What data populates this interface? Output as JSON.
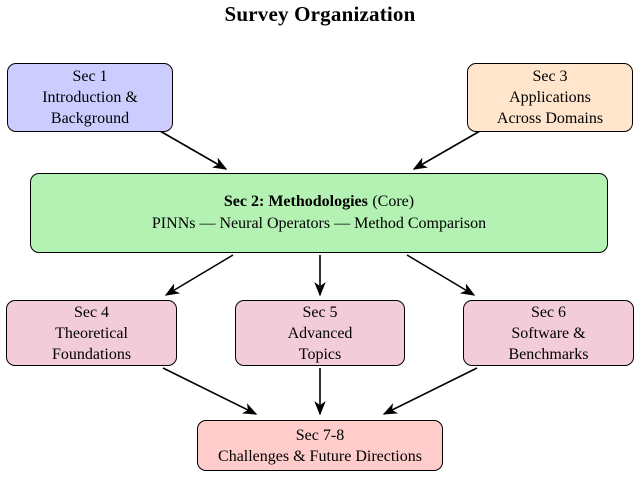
{
  "title": "Survey Organization",
  "colors": {
    "sec1_fill": "#ccccff",
    "sec2_fill": "#b3f2b3",
    "sec3_fill": "#ffe5cc",
    "row3_fill": "#f2ccd9",
    "sec78_fill": "#ffcccc",
    "border": "#000000",
    "arrow": "#000000",
    "background": "#ffffff"
  },
  "nodes": {
    "sec1": {
      "fill": "#ccccff",
      "lines": [
        "Sec 1",
        "Introduction &",
        "Background"
      ]
    },
    "sec3": {
      "fill": "#ffe5cc",
      "lines": [
        "Sec 3",
        "Applications",
        "Across Domains"
      ]
    },
    "sec2": {
      "fill": "#b3f2b3",
      "title_bold": "Sec 2: Methodologies",
      "title_normal": "(Core)",
      "subtitle": "PINNs — Neural Operators — Method Comparison"
    },
    "sec4": {
      "fill": "#f2ccd9",
      "lines": [
        "Sec 4",
        "Theoretical",
        "Foundations"
      ]
    },
    "sec5": {
      "fill": "#f2ccd9",
      "lines": [
        "Sec 5",
        "Advanced",
        "Topics"
      ]
    },
    "sec6": {
      "fill": "#f2ccd9",
      "lines": [
        "Sec 6",
        "Software &",
        "Benchmarks"
      ]
    },
    "sec78": {
      "fill": "#ffcccc",
      "lines": [
        "Sec 7-8",
        "Challenges & Future Directions"
      ]
    }
  },
  "edges": [
    {
      "from": "sec1",
      "to": "sec2"
    },
    {
      "from": "sec3",
      "to": "sec2"
    },
    {
      "from": "sec2",
      "to": "sec4"
    },
    {
      "from": "sec2",
      "to": "sec5"
    },
    {
      "from": "sec2",
      "to": "sec6"
    },
    {
      "from": "sec4",
      "to": "sec78"
    },
    {
      "from": "sec5",
      "to": "sec78"
    },
    {
      "from": "sec6",
      "to": "sec78"
    }
  ]
}
